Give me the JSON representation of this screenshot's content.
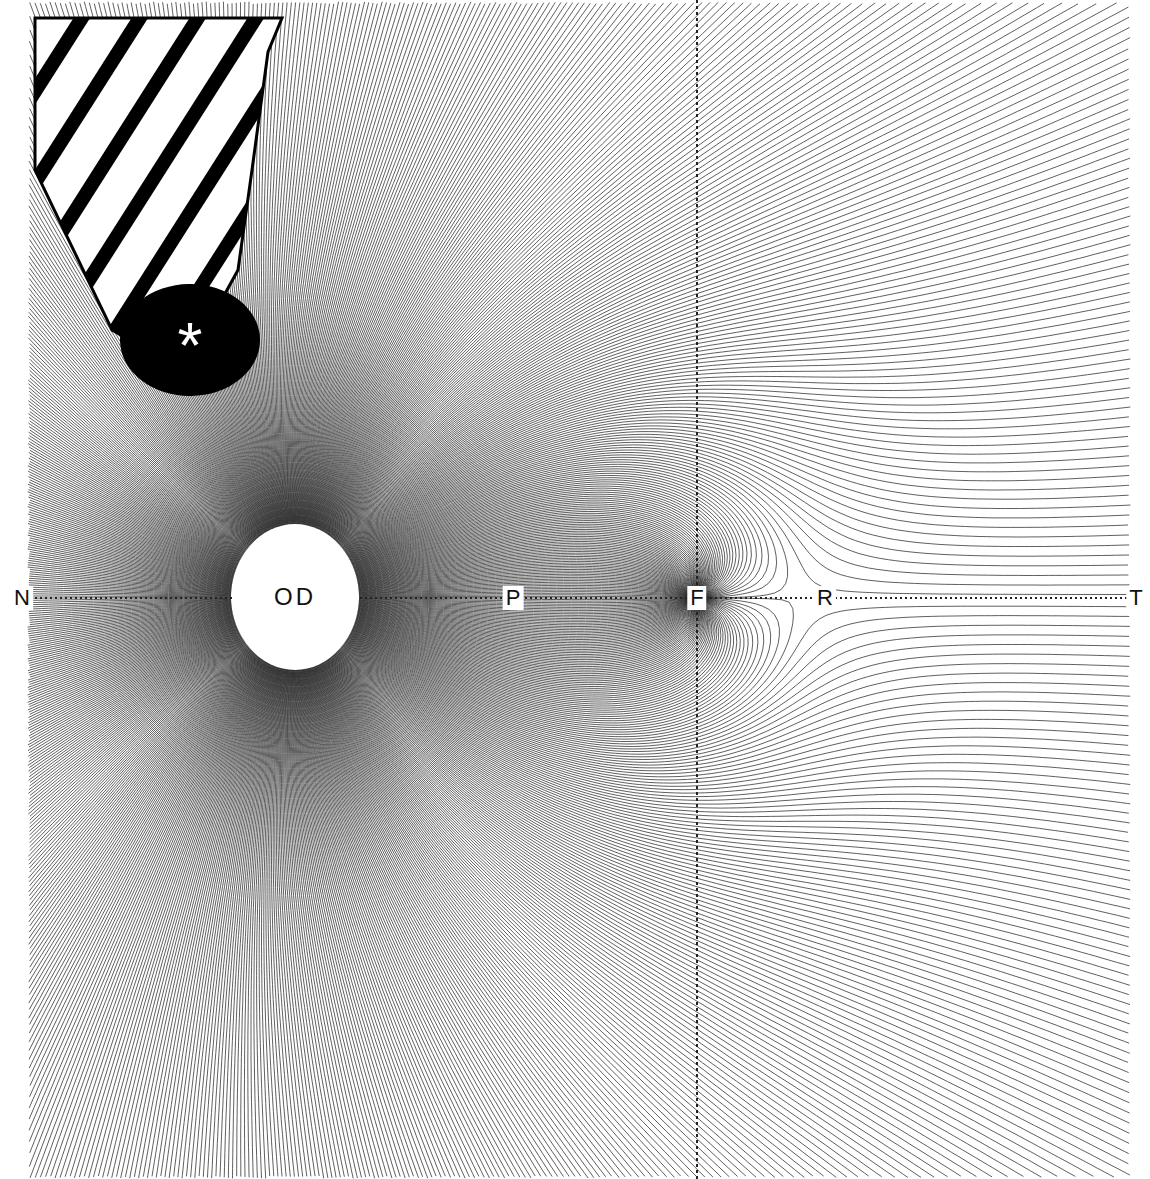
{
  "diagram": {
    "nodes": [
      {
        "text": [
          "OD"
        ]
      },
      {
        "text": [
          "*"
        ]
      }
    ],
    "labels": [
      "N",
      "P",
      "F",
      "R",
      "T"
    ]
  }
}
